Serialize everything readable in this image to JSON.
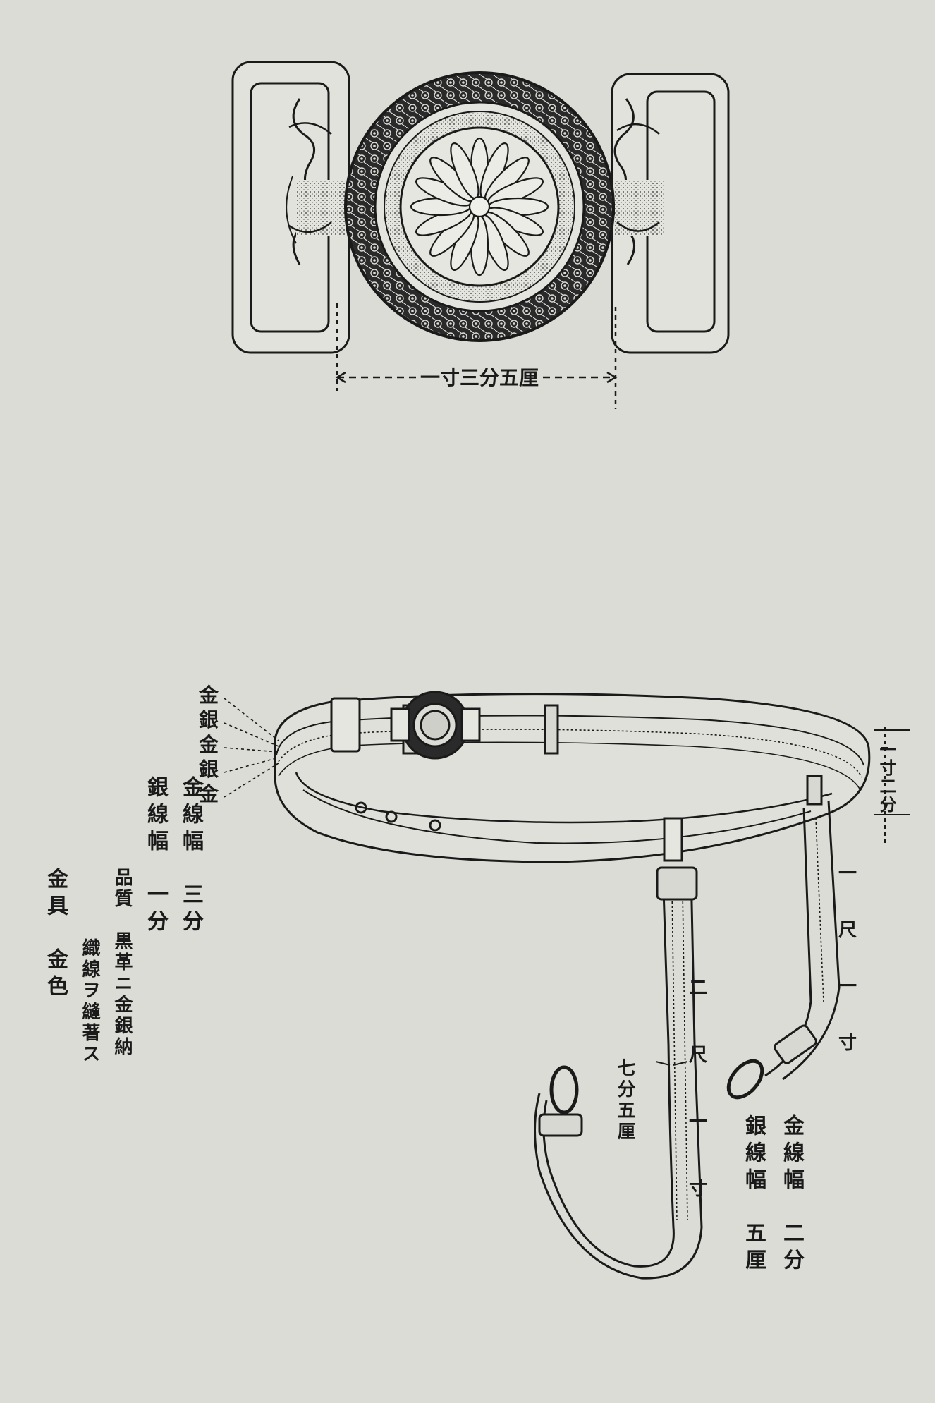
{
  "plate": {
    "background": "#dcdcd6",
    "ink": "#1a1a1a"
  },
  "buckle": {
    "dimension_label": "一寸三分五厘"
  },
  "belt": {
    "stripe_labels": [
      "金",
      "銀",
      "金",
      "銀",
      "金"
    ],
    "belt_width_label": "一寸二分",
    "sling_width_label": "七分五厘",
    "long_sling_length": [
      "二",
      "尺",
      "一",
      "寸"
    ],
    "short_sling_length": [
      "一",
      "尺",
      "一",
      "寸"
    ]
  },
  "spec_left": {
    "columns": [
      {
        "id": "c1",
        "text": "金線幅　三分"
      },
      {
        "id": "c2",
        "text": "銀線幅　一分"
      },
      {
        "id": "c3",
        "text": "品質　黒革ニ金銀納"
      },
      {
        "id": "c4",
        "text": "織線ヲ縫著ス"
      },
      {
        "id": "c5",
        "text": "金具　金色"
      }
    ]
  },
  "spec_right": {
    "columns": [
      {
        "id": "r1",
        "text": "金線幅　二分"
      },
      {
        "id": "r2",
        "text": "銀線幅　五厘"
      }
    ]
  }
}
